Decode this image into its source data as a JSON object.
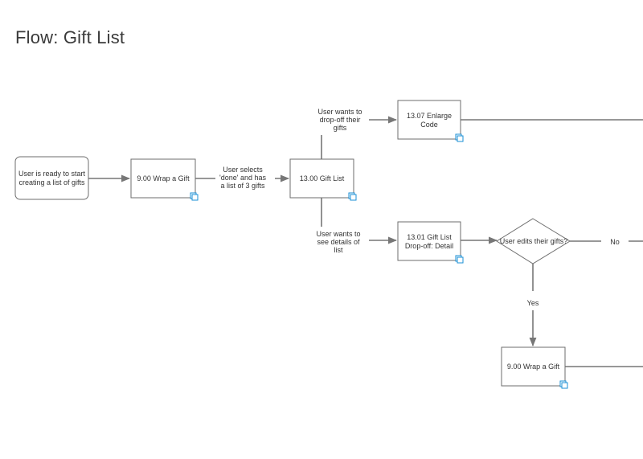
{
  "title": "Flow: Gift List",
  "nodes": {
    "start": [
      "User is ready to start",
      "creating a list of gifts"
    ],
    "wrap_gift_1": [
      "9.00 Wrap a Gift"
    ],
    "gift_list": [
      "13.00 Gift List"
    ],
    "enlarge_code": [
      "13.07 Enlarge",
      "Code"
    ],
    "gift_list_dropoff": [
      "13.01 Gift List",
      "Drop-off: Detail"
    ],
    "decision": [
      "User edits their gifts?"
    ],
    "wrap_gift_2": [
      "9.00 Wrap a Gift"
    ]
  },
  "edge_labels": {
    "selects_done": [
      "User selects",
      "'done' and has",
      "a list of 3 gifts"
    ],
    "drop_off": [
      "User wants to",
      "drop-off their",
      "gifts"
    ],
    "see_details": [
      "User wants to",
      "see details of",
      "list"
    ],
    "no": [
      "No"
    ],
    "yes": [
      "Yes"
    ]
  }
}
